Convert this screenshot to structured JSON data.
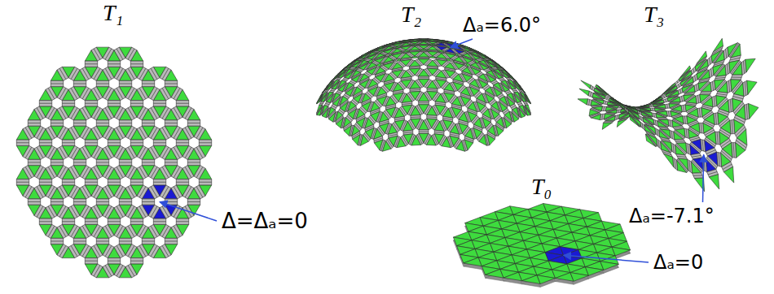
{
  "diagram": {
    "labels": [
      "T₁",
      "T₂",
      "Δₐ=6.0°",
      "T₃",
      "Δ=Δₐ=0",
      "T₀",
      "Δₐ=-7.1°",
      "Δₐ=0"
    ]
  }
}
